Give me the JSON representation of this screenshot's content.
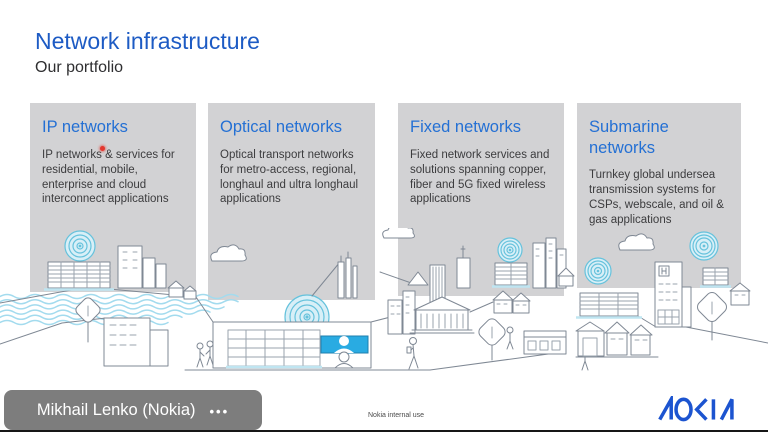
{
  "slide": {
    "title": "Network infrastructure",
    "subtitle": "Our portfolio",
    "confidentiality_note": "Nokia internal use"
  },
  "columns": [
    {
      "heading": "IP networks",
      "body": "IP networks & services for residential, mobile, enterprise and cloud interconnect applications"
    },
    {
      "heading": "Optical networks",
      "body": "Optical transport networks for metro-access, regional, longhaul and ultra longhaul applications"
    },
    {
      "heading": "Fixed networks",
      "body": "Fixed network services and solutions spanning copper, fiber and 5G fixed wireless applications"
    },
    {
      "heading": "Submarine networks",
      "body": "Turnkey global undersea transmission systems for CSPs, webscale, and oil & gas applications"
    }
  ],
  "call_overlay": {
    "participant_name": "Mikhail Lenko (Nokia)",
    "more_options_label": "•••"
  },
  "branding": {
    "logo_name": "nokia-logo"
  },
  "colors": {
    "panel_bg": "#d2d2d4",
    "title_blue": "#1d5bc4",
    "heading_blue": "#2470d4",
    "body_text": "#3c3c3e",
    "accent_teal": "#66c2dc",
    "screen_blue": "#29abe2",
    "nametag_bg": "#7d7d7d",
    "laser_pointer_red": "#e3372e",
    "logo_blue": "#1c54d0"
  }
}
